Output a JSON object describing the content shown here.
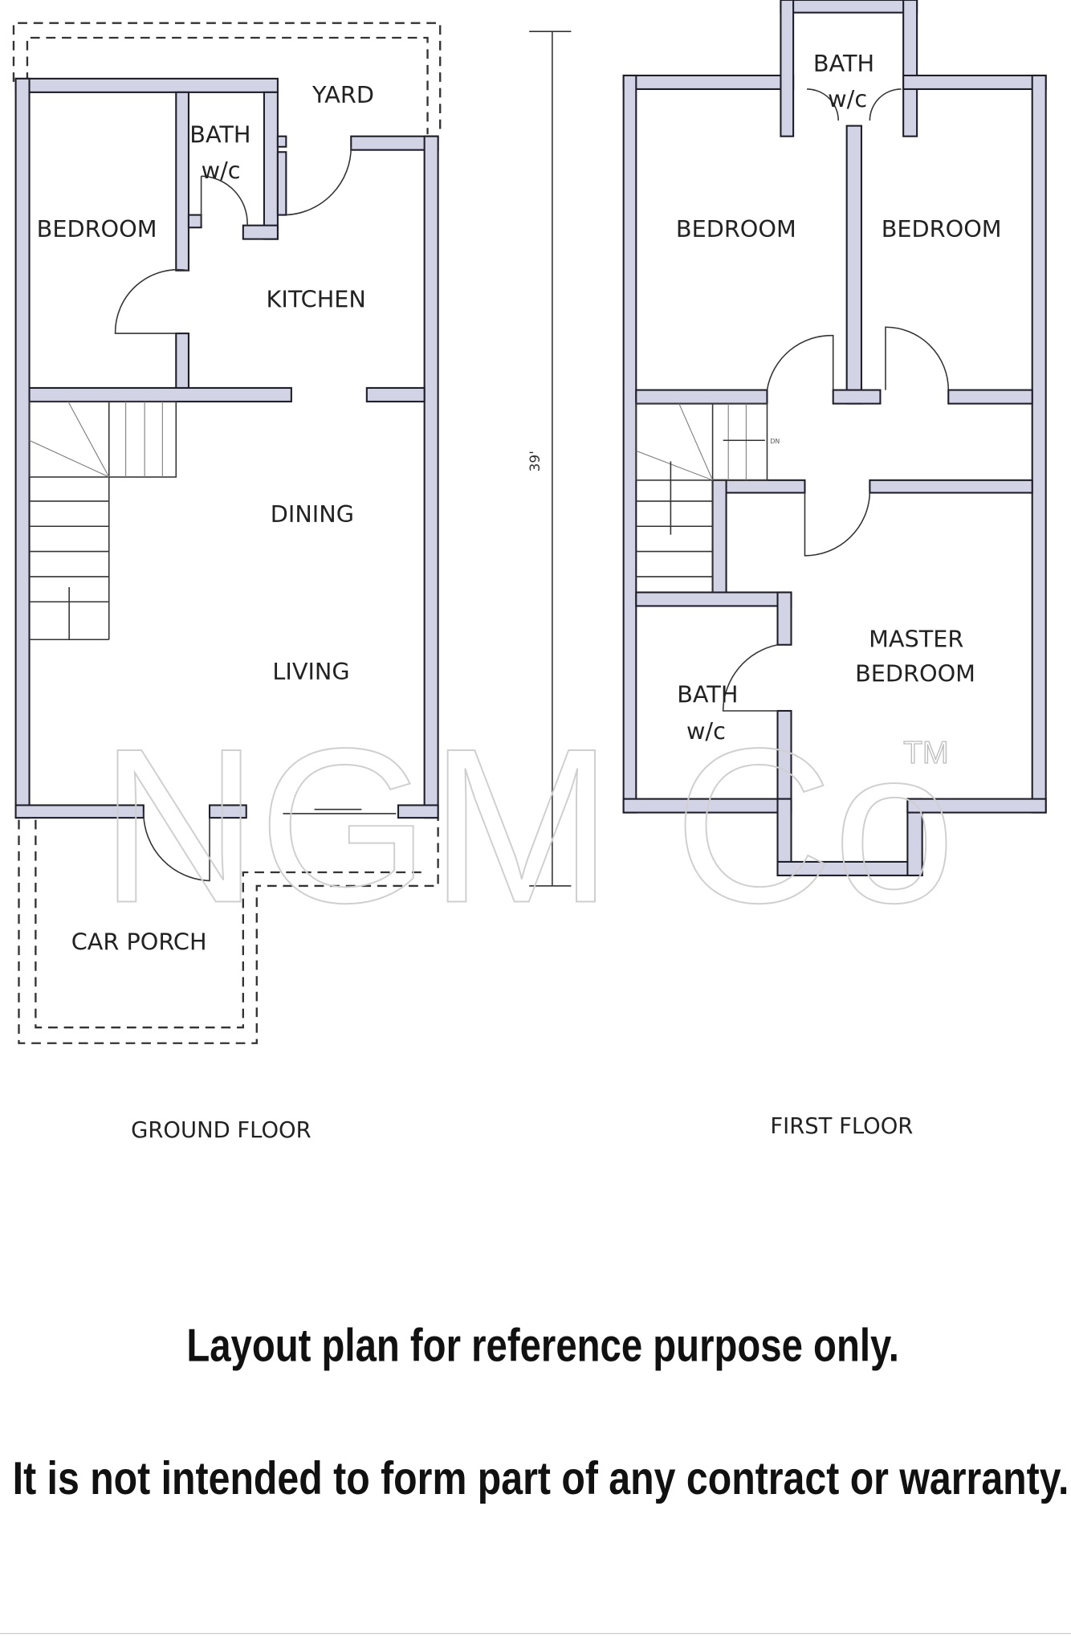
{
  "ground_floor": {
    "caption": "GROUND FLOOR",
    "rooms": {
      "yard": "YARD",
      "bath": "BATH",
      "wc": "w/c",
      "bedroom": "BEDROOM",
      "kitchen": "KITCHEN",
      "dining": "DINING",
      "living": "LIVING",
      "car_porch": "CAR PORCH"
    }
  },
  "first_floor": {
    "caption": "FIRST FLOOR",
    "rooms": {
      "bath_top": "BATH",
      "wc_top": "w/c",
      "bedroom_left": "BEDROOM",
      "bedroom_right": "BEDROOM",
      "master_line1": "MASTER",
      "master_line2": "BEDROOM",
      "bath": "BATH",
      "wc": "w/c"
    },
    "stair_label": "DN"
  },
  "dimension": "39'",
  "watermark": {
    "text": "NGM Co",
    "tm": "TM"
  },
  "notes": {
    "line1": "Layout plan for reference purpose only.",
    "line2": "It is not intended to form part of any contract or warranty."
  }
}
